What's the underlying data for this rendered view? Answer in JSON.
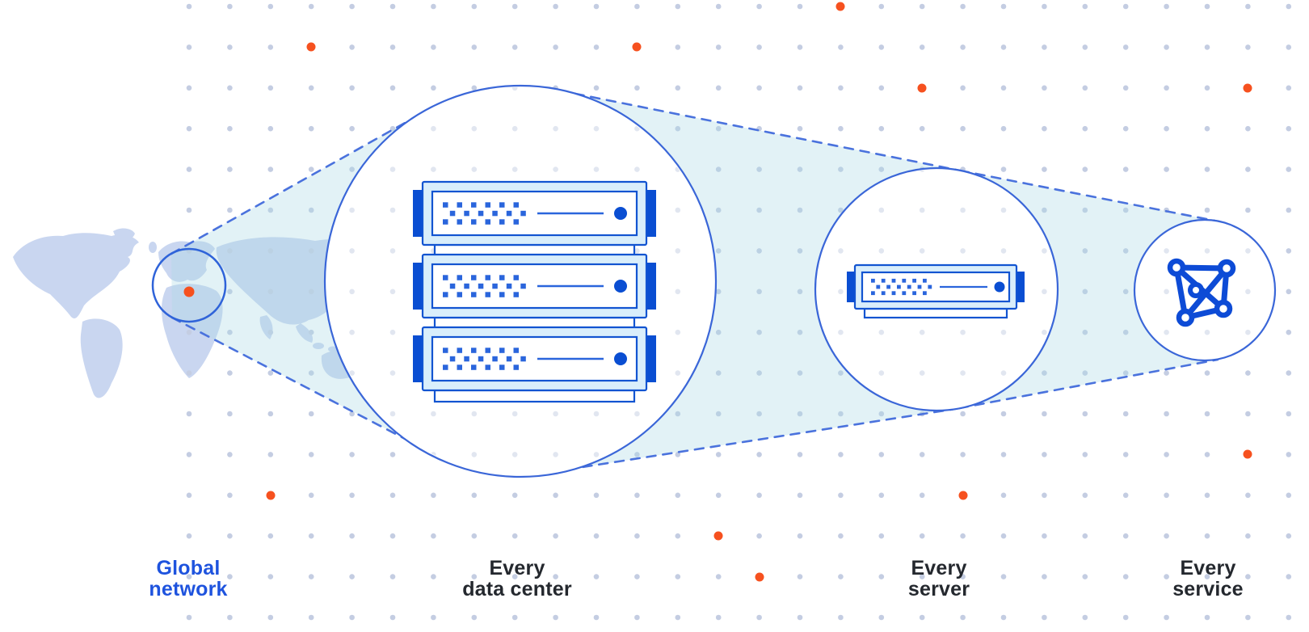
{
  "stages": [
    {
      "id": "global-network",
      "lines": [
        "Global",
        "network"
      ],
      "highlighted": true
    },
    {
      "id": "data-center",
      "lines": [
        "Every",
        "data center"
      ],
      "server_count": 3
    },
    {
      "id": "server",
      "lines": [
        "Every",
        "server"
      ],
      "server_count": 1
    },
    {
      "id": "service",
      "lines": [
        "Every",
        "service"
      ],
      "icon": "mesh-network-icon"
    }
  ],
  "colors": {
    "accent_orange": "#f6511f",
    "deep_blue": "#0a4ed2",
    "rack_stroke": "#1254d1",
    "rack_fill": "#d9eefb",
    "detail_blue": "#2a65dc",
    "circle_stroke": "#3a66d8",
    "dash_blue": "#4a72dd",
    "label_blue": "#1e53de",
    "label_dark": "#24282e",
    "grid_dot": "#c4cde2",
    "map_fill": "#c9d6f0",
    "beam_fill": "rgba(173,217,230,0.35)"
  },
  "accent_dots": {
    "count": 11,
    "positions": [
      [
        385,
        58,
        5.5
      ],
      [
        788,
        58,
        5.5
      ],
      [
        1040,
        8,
        5.5
      ],
      [
        1141,
        109,
        5.5
      ],
      [
        1544,
        109,
        5.5
      ],
      [
        234,
        361,
        6.5
      ],
      [
        1544,
        562,
        5.5
      ],
      [
        335,
        613,
        5.5
      ],
      [
        1192,
        613,
        5.5
      ],
      [
        889,
        663,
        5.5
      ],
      [
        940,
        714,
        5.5
      ]
    ]
  }
}
